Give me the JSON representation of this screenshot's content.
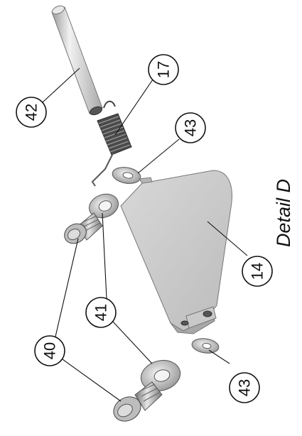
{
  "caption": "Detail D",
  "callouts": {
    "c42": "42",
    "c17": "17",
    "c43a": "43",
    "c14": "14",
    "c41": "41",
    "c40": "40",
    "c43b": "43"
  },
  "colors": {
    "part_fill": "#cfcfcf",
    "part_dark": "#8c8c8c",
    "line": "#111111"
  }
}
